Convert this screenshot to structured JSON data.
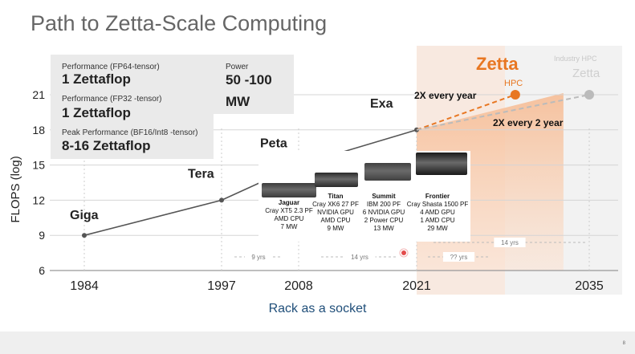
{
  "title": "Path to Zetta-Scale Computing",
  "subtitle": "Rack as a socket",
  "slide_number": "8",
  "specs": {
    "fp64_label": "Performance (FP64-tensor)",
    "fp64_value": "1 Zettaflop",
    "fp32_label": "Performance (FP32 -tensor)",
    "fp32_value": "1 Zettaflop",
    "peak_label": "Peak Performance (BF16/Int8 -tensor)",
    "peak_value": "8-16 Zettaflop",
    "power_label": "Power",
    "power_value_line1": "50 -100",
    "power_value_line2": "MW"
  },
  "chart_data": {
    "type": "line",
    "title": "Path to Zetta-Scale Computing",
    "xlabel": "",
    "ylabel": "FLOPS (log)",
    "x_ticks": [
      1984,
      1997,
      2008,
      2021,
      2035
    ],
    "y_ticks": [
      6,
      9,
      12,
      15,
      18,
      21
    ],
    "ylim": [
      6,
      22.5
    ],
    "series": [
      {
        "name": "",
        "points": [
          {
            "x": 1984,
            "y": 9,
            "label": "Giga"
          },
          {
            "x": 1997,
            "y": 12,
            "label": "Tera"
          },
          {
            "x": 2008,
            "y": 15,
            "label": "Peta"
          },
          {
            "x": 2021,
            "y": 18,
            "label": "Exa"
          }
        ],
        "color": "#555555",
        "style": "solid"
      },
      {
        "name": "2X every year",
        "points": [
          {
            "x": 2021,
            "y": 18
          },
          {
            "x": 2029,
            "y": 21
          }
        ],
        "color": "#e87722",
        "style": "dashed"
      },
      {
        "name": "2X every 2 year",
        "points": [
          {
            "x": 2021,
            "y": 18
          },
          {
            "x": 2035,
            "y": 21
          }
        ],
        "color": "#bbbbbb",
        "style": "dashed"
      }
    ],
    "annotations": {
      "zetta_label": "Zetta",
      "hpc_label": "HPC",
      "industry_label": "Industry HPC",
      "industry_zetta": "Zetta",
      "rate1": "2X every year",
      "rate2": "2X every 2 year",
      "span1": "9 yrs",
      "span2": "14 yrs",
      "span3": "?? yrs",
      "span4": "14 yrs"
    },
    "colors": {
      "accent": "#e87722",
      "band": "#fbe3d3",
      "gray": "#bbbbbb"
    }
  },
  "supercomputers": [
    {
      "name": "Jaguar",
      "lines": [
        "Cray XT5 2.3 PF",
        "AMD CPU",
        "7 MW"
      ]
    },
    {
      "name": "Titan",
      "lines": [
        "Cray XK6 27 PF",
        "NVIDIA GPU",
        "AMD CPU",
        "9  MW"
      ]
    },
    {
      "name": "Summit",
      "lines": [
        "IBM 200 PF",
        "6 NVIDIA GPU",
        "2 Power CPU",
        "13 MW"
      ]
    },
    {
      "name": "Frontier",
      "lines": [
        "Cray Shasta 1500 PF",
        "4 AMD GPU",
        "1 AMD CPU",
        "29 MW"
      ]
    }
  ]
}
